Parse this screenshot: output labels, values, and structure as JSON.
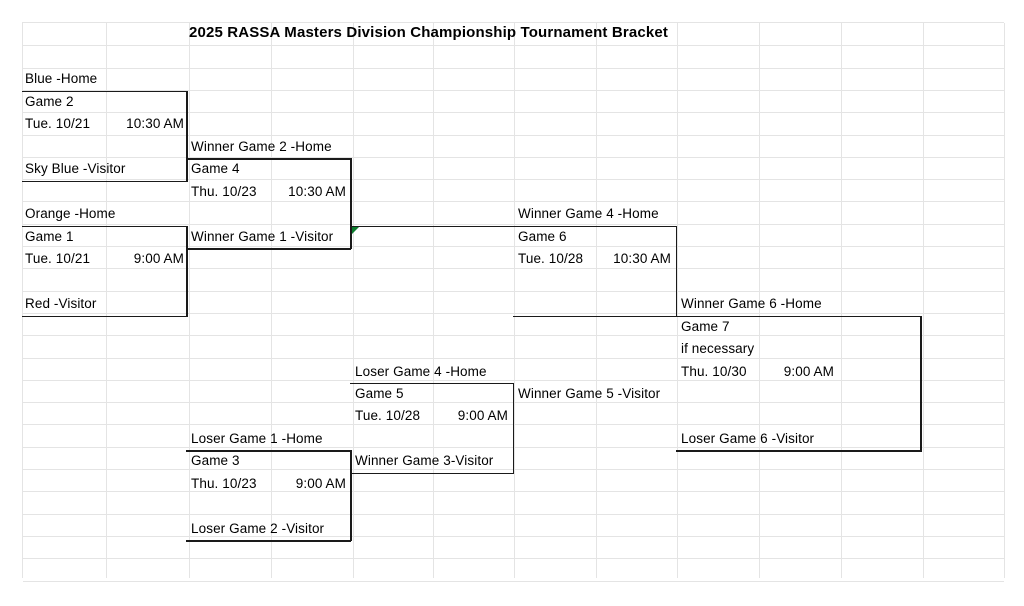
{
  "document": {
    "title": "2025 RASSA Masters Division Championship Tournament Bracket",
    "type": "spreadsheet-tournament-bracket",
    "grid_line_color": "#e4e4e4",
    "bracket_line_color": "#1a1a1a",
    "note_flag_color": "#0b7d2e"
  },
  "teams": {
    "blue": "Blue  -Home",
    "sky_blue": "Sky Blue  -Visitor",
    "orange": "Orange  -Home",
    "red": "Red  -Visitor"
  },
  "games": {
    "game1": {
      "label": "Game 1",
      "date": "Tue. 10/21",
      "time": "9:00 AM",
      "home": "Orange  -Home",
      "visitor": "Red  -Visitor",
      "winner_feed": "Winner Game 1  -Visitor",
      "loser_feed": "Loser Game 1  -Home"
    },
    "game2": {
      "label": "Game 2",
      "date": "Tue. 10/21",
      "time": "10:30 AM",
      "home": "Blue  -Home",
      "visitor": "Sky Blue  -Visitor",
      "winner_feed": "Winner Game 2  -Home",
      "loser_feed": "Loser Game 2  -Visitor"
    },
    "game3": {
      "label": "Game 3",
      "date": "Thu. 10/23",
      "time": "9:00 AM",
      "home": "Loser Game 1  -Home",
      "visitor": "Loser Game 2  -Visitor",
      "winner_feed": "Winner Game 3-Visitor"
    },
    "game4": {
      "label": "Game 4",
      "date": "Thu. 10/23",
      "time": "10:30 AM",
      "home": "Winner Game 2  -Home",
      "visitor": "Winner Game 1  -Visitor",
      "winner_feed": "Winner Game 4  -Home",
      "loser_feed": "Loser Game 4  -Home"
    },
    "game5": {
      "label": "Game 5",
      "date": "Tue. 10/28",
      "time": "9:00 AM",
      "home": "Loser Game 4  -Home",
      "visitor": "Winner Game 3-Visitor",
      "winner_feed": "Winner Game 5  -Visitor"
    },
    "game6": {
      "label": "Game 6",
      "date": "Tue. 10/28",
      "time": "10:30 AM",
      "home": "Winner Game 4  -Home",
      "visitor": "Winner Game 5  -Visitor",
      "winner_feed": "Winner Game 6  -Home",
      "loser_feed": "Loser Game 6  -Visitor"
    },
    "game7": {
      "label": "Game 7",
      "note": "if necessary",
      "date": "Thu. 10/30",
      "time": "9:00 AM",
      "home": "Winner Game 6  -Home",
      "visitor": "Loser Game 6  -Visitor"
    }
  }
}
